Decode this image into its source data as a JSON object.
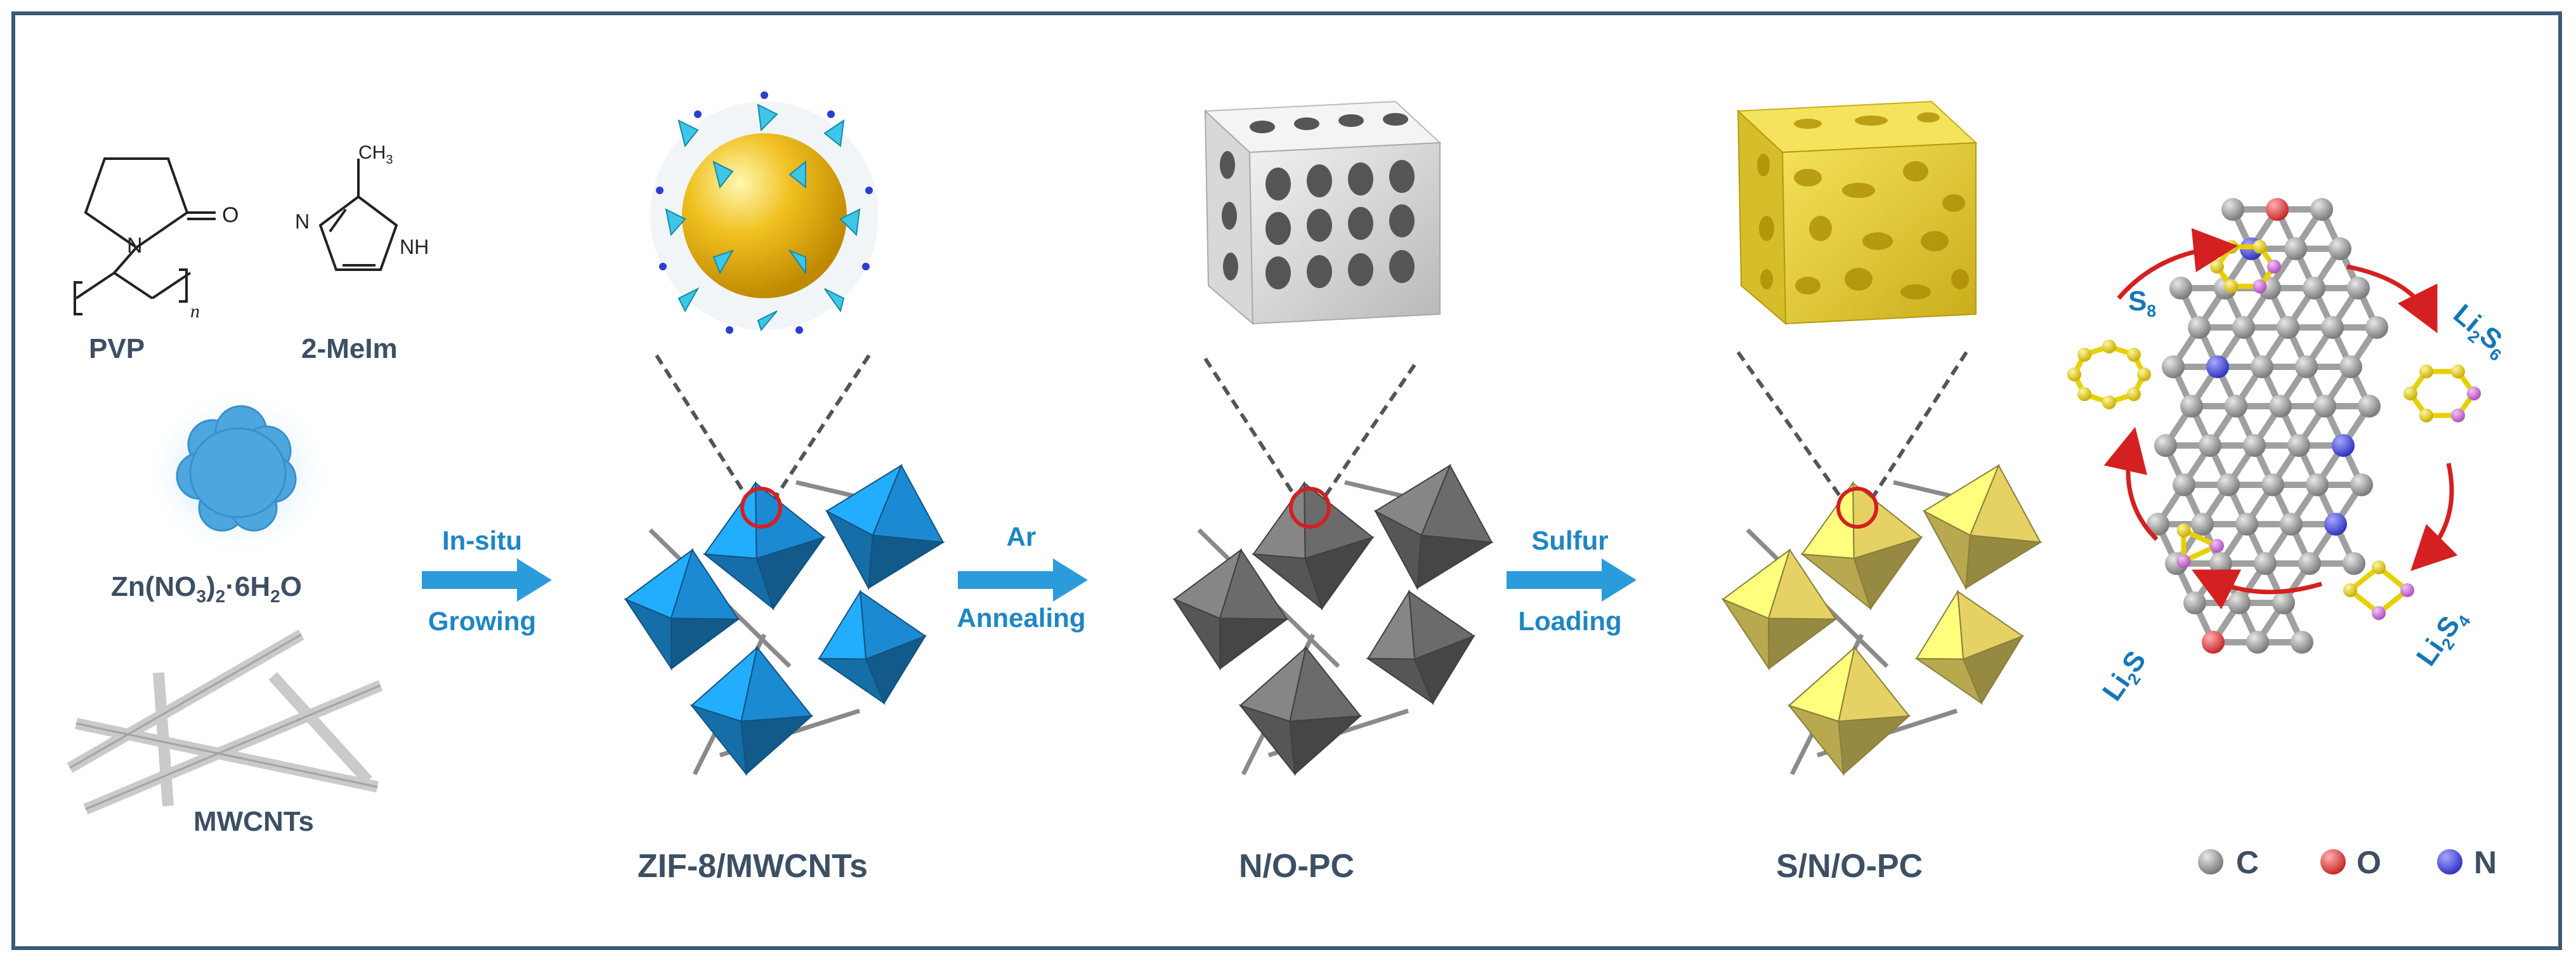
{
  "molecules": {
    "pvp_label": "PVP",
    "pvp_o": "O",
    "pvp_n": "N",
    "pvp_sub": "n",
    "melm_label": "2-MeIm",
    "melm_n": "N",
    "melm_nh": "NH",
    "melm_ch3": "CH",
    "melm_ch3_sub": "3"
  },
  "zn_salt": {
    "a": "Zn(NO",
    "b": "3",
    "c": ")",
    "d": "2",
    "e": "·6H",
    "f": "2",
    "g": "O"
  },
  "mwcnt_label": "MWCNTs",
  "steps": [
    {
      "line1": "In-situ",
      "line2": "Growing"
    },
    {
      "line1": "Ar",
      "line2": "Annealing"
    },
    {
      "line1": "Sulfur",
      "line2": "Loading"
    }
  ],
  "products": [
    {
      "label": "ZIF-8/MWCNTs"
    },
    {
      "label": "N/O-PC"
    },
    {
      "label": "S/N/O-PC"
    }
  ],
  "species": {
    "s8": "S",
    "s8_sub": "8",
    "li2s6_a": "Li",
    "li2s6_b": "2",
    "li2s6_c": "S",
    "li2s6_d": "6",
    "li2s4_a": "Li",
    "li2s4_b": "2",
    "li2s4_c": "S",
    "li2s4_d": "4",
    "li2s_a": "Li",
    "li2s_b": "2",
    "li2s_c": "S"
  },
  "legend": [
    {
      "symbol": "C",
      "color": "#9a9a9a"
    },
    {
      "symbol": "O",
      "color": "#e0484d"
    },
    {
      "symbol": "N",
      "color": "#4a4fd6"
    }
  ],
  "colors": {
    "blue_oct": "#1c8ad3",
    "gray_oct": "#6b6b6b",
    "yellow_oct": "#e6d264",
    "arrow": "#2c9bdc",
    "frame": "#3a5a78",
    "red": "#d42020"
  }
}
